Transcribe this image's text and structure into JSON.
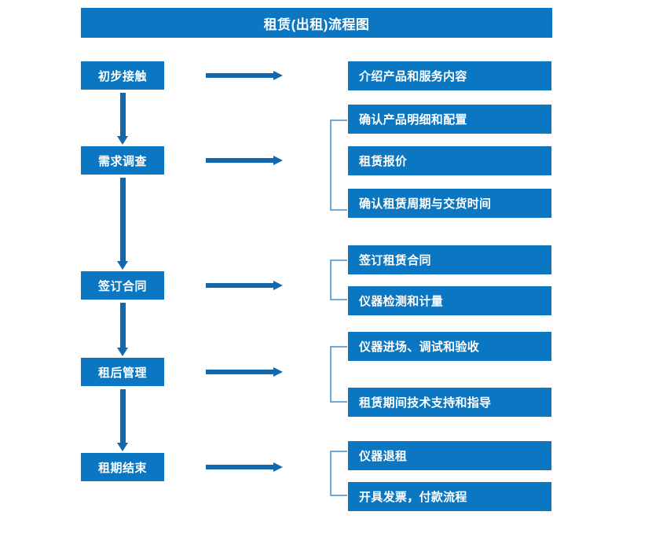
{
  "title": "租赁(出租)流程图",
  "colors": {
    "box_blue": "#0b76c2",
    "arrow_blue": "#1267ad",
    "bracket_blue": "#6ea8d8",
    "text_white": "#ffffff",
    "background": "#ffffff"
  },
  "stages": [
    {
      "label": "初步接触"
    },
    {
      "label": "需求调查"
    },
    {
      "label": "签订合同"
    },
    {
      "label": "租后管理"
    },
    {
      "label": "租期结束"
    }
  ],
  "details": [
    {
      "label": "介绍产品和服务内容"
    },
    {
      "label": "确认产品明细和配置"
    },
    {
      "label": "租赁报价"
    },
    {
      "label": "确认租赁周期与交货时间"
    },
    {
      "label": "签订租赁合同"
    },
    {
      "label": "仪器检测和计量"
    },
    {
      "label": "仪器进场、调试和验收"
    },
    {
      "label": "租赁期间技术支持和指导"
    },
    {
      "label": "仪器退租"
    },
    {
      "label": "开具发票，付款流程"
    }
  ],
  "icons": {
    "flow_arrow": "right-arrow-icon",
    "step_arrow": "down-arrow-icon",
    "group_bracket": "bracket-icon"
  }
}
